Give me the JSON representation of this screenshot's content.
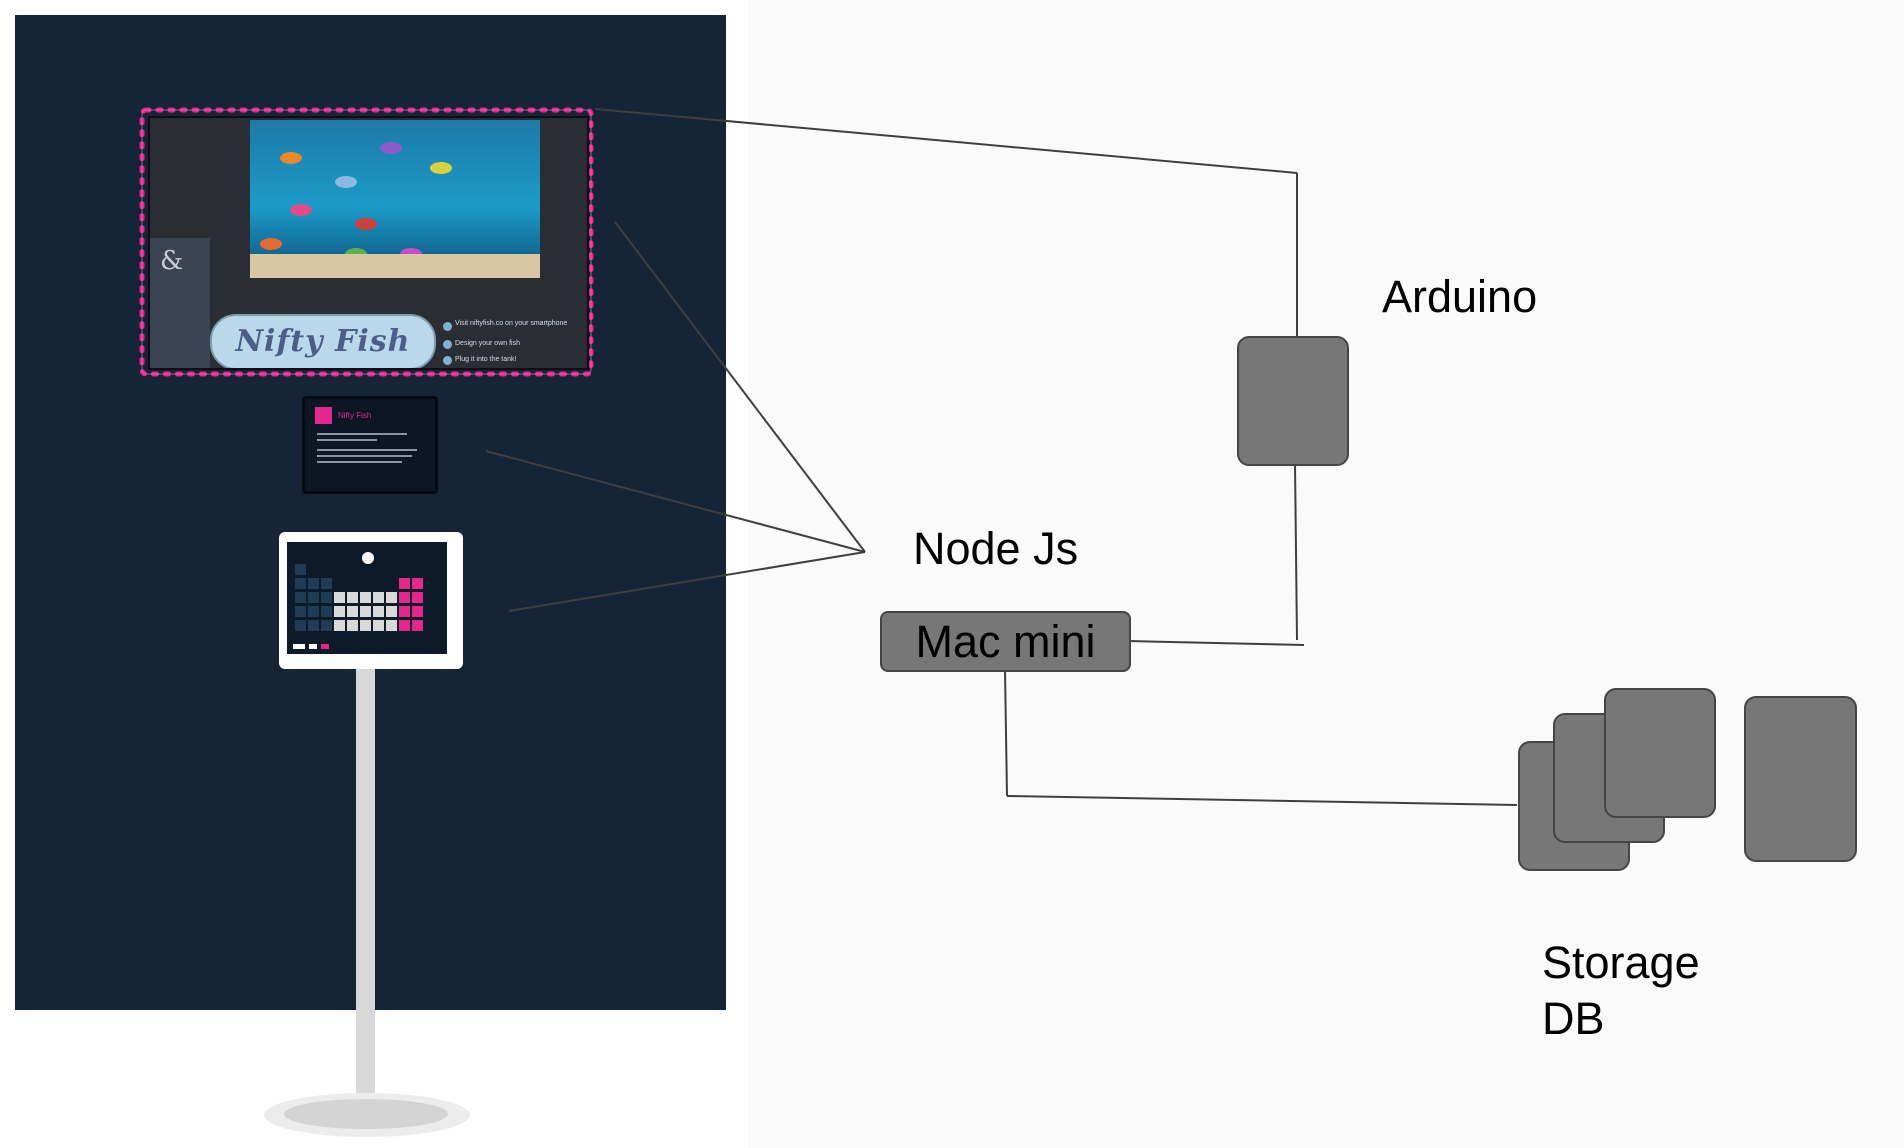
{
  "nodes": {
    "arduino": "Arduino",
    "nodejs": "Node Js",
    "mac_mini": "Mac mini",
    "storage_line1": "Storage",
    "storage_line2": "DB"
  },
  "exhibit": {
    "screen_logo": "Nifty Fish",
    "screen_instructions": [
      "Visit niftyfish.co on your smartphone",
      "Design your own fish",
      "Plug it into the tank!"
    ],
    "tablet_title": "Nifty Fish"
  },
  "colors": {
    "panel_background": "#162437",
    "node_fill": "#777777",
    "led_strip": "#e5268f",
    "canvas_background": "#fafafa"
  }
}
